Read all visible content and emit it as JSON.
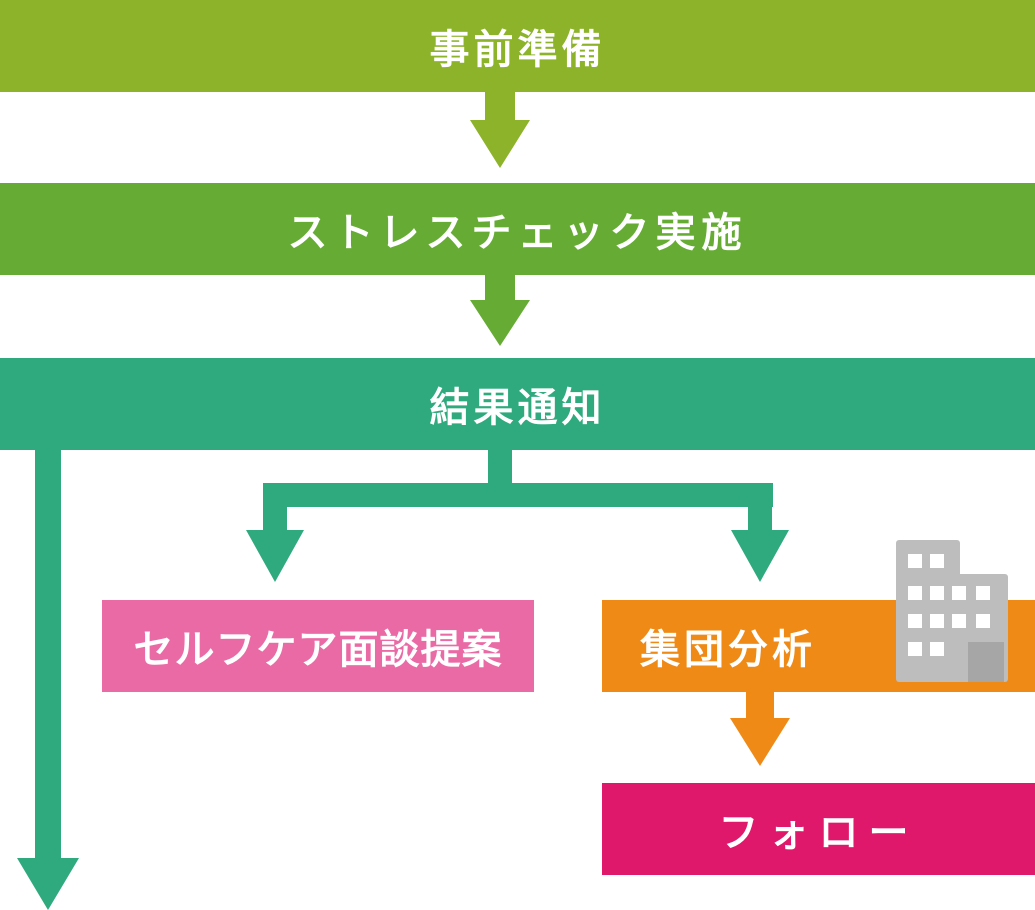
{
  "colors": {
    "prep": "#8db32a",
    "check": "#66ac34",
    "result": "#2faa7e",
    "self_care": "#ea6aa5",
    "group": "#ef8a16",
    "follow": "#e0186b",
    "building": "#bdbdbd",
    "building_door": "#a6a6a6"
  },
  "steps": {
    "prep": "事前準備",
    "check": "ストレスチェック実施",
    "result": "結果通知",
    "self_care": "セルフケア面談提案",
    "group": "集団分析",
    "follow": "フォロー"
  },
  "icons": {
    "group_icon": "building-icon"
  }
}
